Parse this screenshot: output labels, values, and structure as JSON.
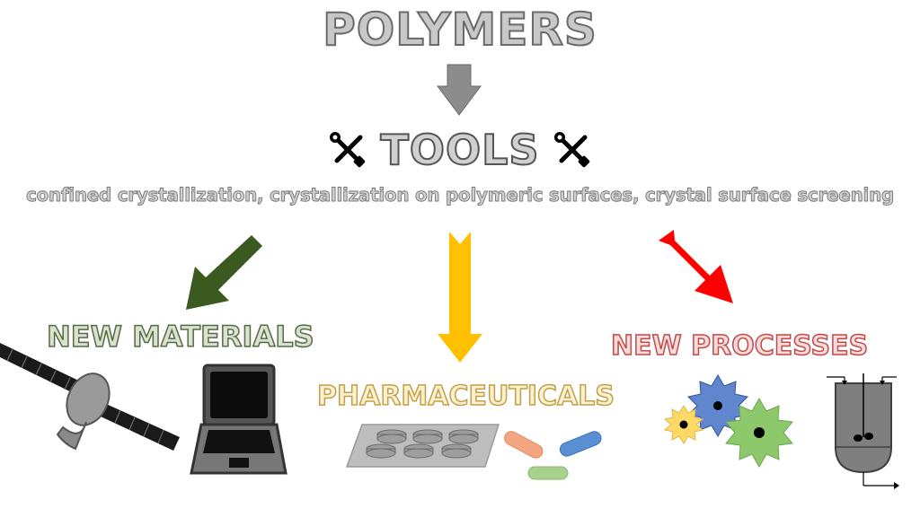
{
  "title": "POLYMERS",
  "tools": {
    "label": "TOOLS",
    "icon": "tools-icon"
  },
  "subtitle": "confined crystallization, crystallization on polymeric surfaces, crystal surface screening",
  "branches": {
    "materials": {
      "label": "NEW MATERIALS",
      "color": "#3a5a1f"
    },
    "pharmaceuticals": {
      "label": "PHARMACEUTICALS",
      "color": "#ffc000"
    },
    "processes": {
      "label": "NEW PROCESSES",
      "color": "#ff0000"
    }
  },
  "icons": [
    "satellite-icon",
    "laptop-icon",
    "pill-blister-icon",
    "capsule-icon",
    "gear-icon",
    "reactor-icon"
  ]
}
